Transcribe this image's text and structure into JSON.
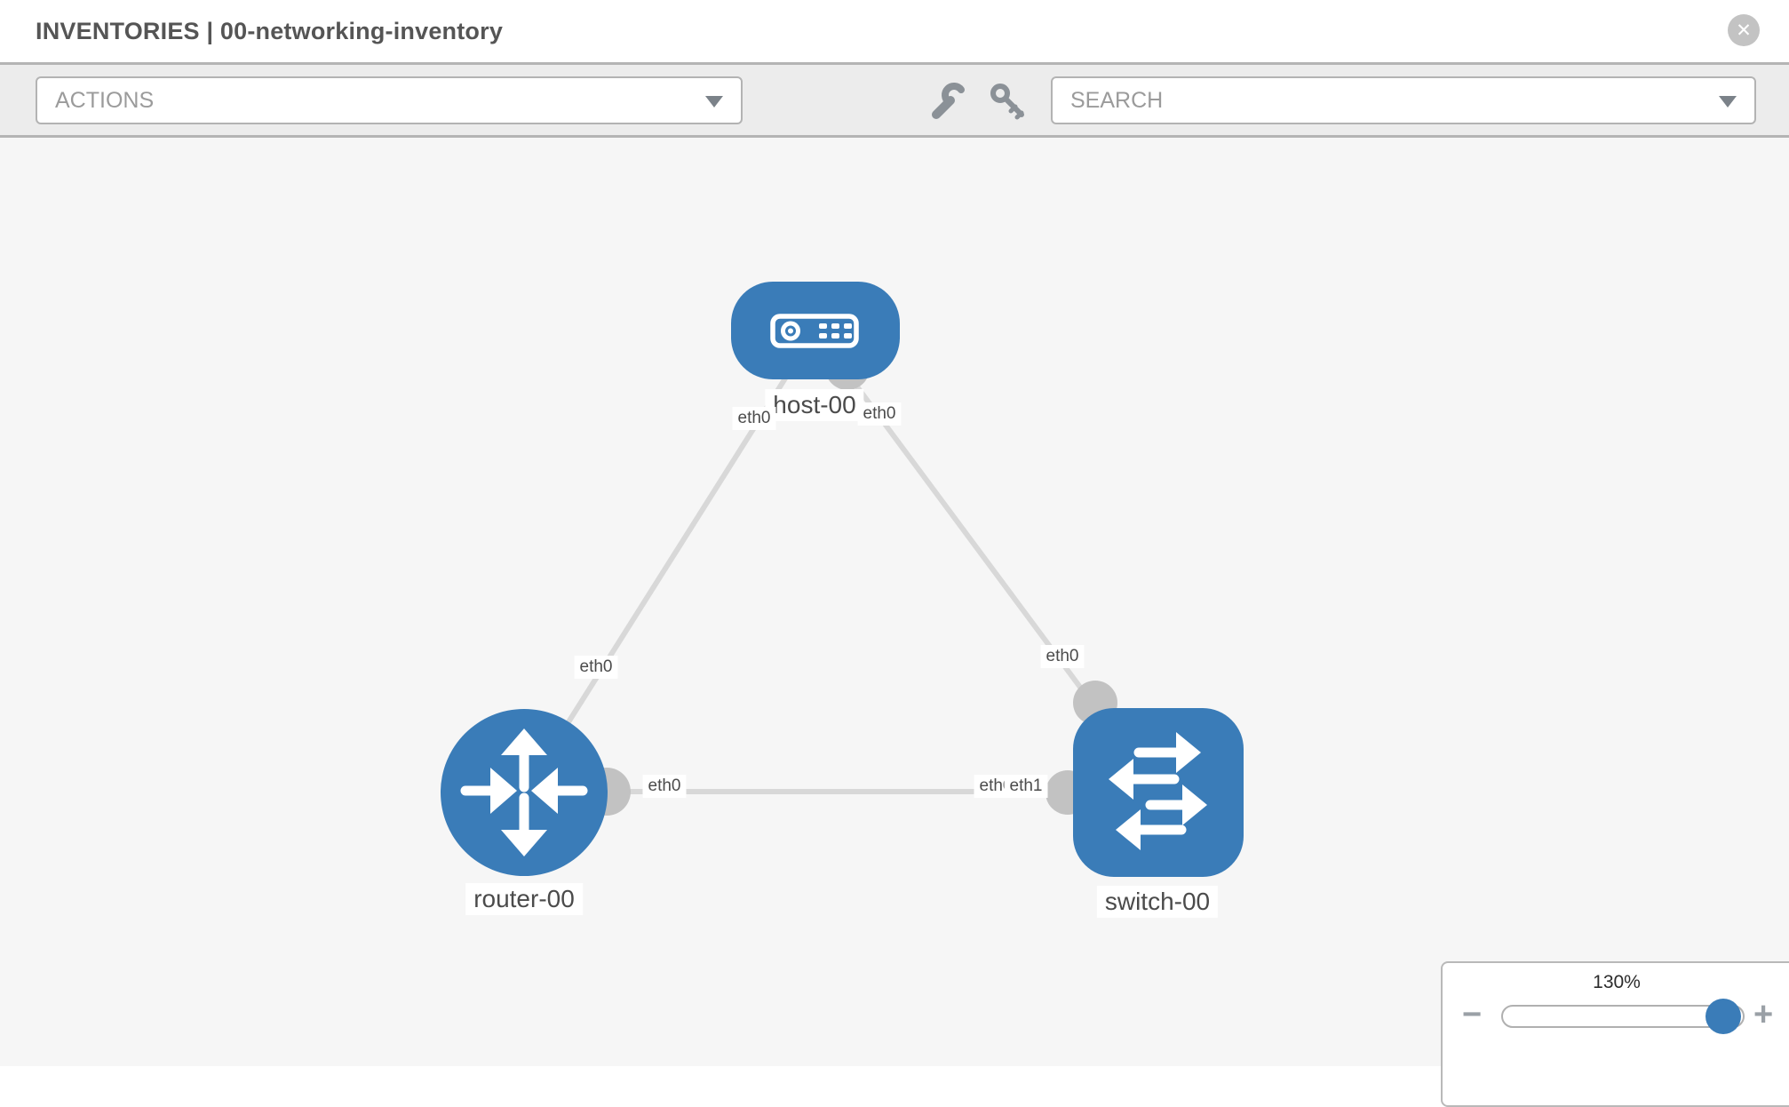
{
  "header": {
    "title": "INVENTORIES | 00-networking-inventory"
  },
  "icons": {
    "close": "✕",
    "minus": "−",
    "plus": "+",
    "wrench": "wrench-icon",
    "key": "key-icon",
    "caret": "caret-down-icon"
  },
  "toolbar": {
    "actions_placeholder": "ACTIONS",
    "search_placeholder": "SEARCH"
  },
  "zoom_control": {
    "level_label": "130%",
    "percent": 130
  },
  "topology": {
    "nodes": [
      {
        "id": "host-00",
        "label": "host-00",
        "type": "host"
      },
      {
        "id": "router-00",
        "label": "router-00",
        "type": "router"
      },
      {
        "id": "switch-00",
        "label": "switch-00",
        "type": "switch"
      }
    ],
    "links": [
      {
        "from": "host-00",
        "from_iface": "eth0",
        "to": "router-00",
        "to_iface": "eth0"
      },
      {
        "from": "host-00",
        "from_iface": "eth0",
        "to": "switch-00",
        "to_iface": "eth0"
      },
      {
        "from": "router-00",
        "from_iface": "eth0",
        "to": "switch-00",
        "to_iface": "eth1",
        "to_iface_overlapped": "eth0"
      }
    ]
  },
  "colors": {
    "node_fill": "#3a7cb8",
    "link": "#d8d8d8",
    "port": "#c2c2c2",
    "canvas_bg": "#f6f6f6",
    "toolbar_bg": "#ececec",
    "slider_handle": "#3a7cb8"
  }
}
